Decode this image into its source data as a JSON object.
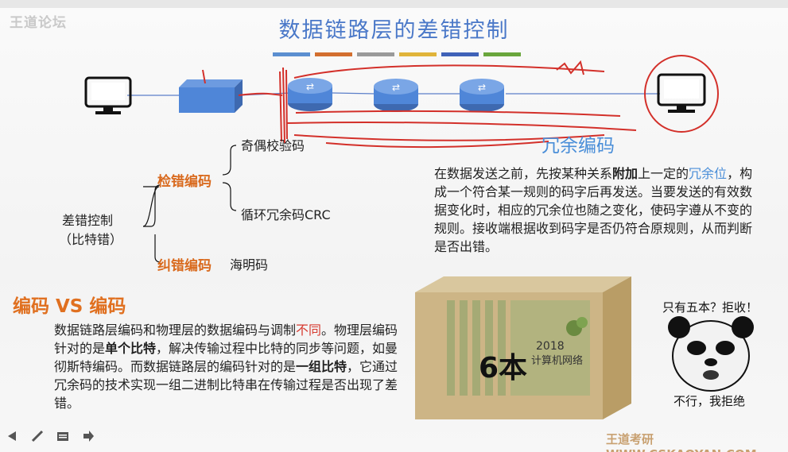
{
  "watermark": "王道论坛",
  "title": "数据链路层的差错控制",
  "color_bars": [
    "#5b8fd0",
    "#d36f2f",
    "#9a9a9a",
    "#e0b43a",
    "#3f62b8",
    "#6aa63c"
  ],
  "tree": {
    "root_line1": "差错控制",
    "root_line2": "（比特错）",
    "detect_label": "检错编码",
    "parity": "奇偶校验码",
    "crc": "循环冗余码CRC",
    "correct_label": "纠错编码",
    "hamming": "海明码"
  },
  "redundancy": {
    "heading": "冗余编码",
    "p1": "在数据发送之前，先按某种关系",
    "p1_bold": "附加",
    "p1b": "上一定的",
    "p1_blue": "冗余位",
    "p1c": "，构成一个符合某一规则的码字后再发送。当要发送的有效数据变化时，相应的冗余位也随之变化，使码字遵从不变的规则。接收端根据收到码字是否仍符合原规则，从而判断是否出错。"
  },
  "vs": {
    "heading": "编码 VS 编码",
    "t1": "数据链路层编码和物理层的数据编码与调制",
    "t1_red": "不同",
    "t2": "。物理层编码针对的是",
    "t2_bold": "单个比特",
    "t3": "，解决传输过程中比特的同步等问题，如曼彻斯特编码。而数据链路层的编码针对的是",
    "t3_bold": "一组比特",
    "t4": "，它通过冗余码的技术实现一组二进制比特串在传输过程是否出现了差错。"
  },
  "box": {
    "label": "6本",
    "book_year": "2018",
    "book_title": "计算机网络"
  },
  "panda": {
    "question": "只有五本？拒收！",
    "reply": "不行，我拒绝"
  },
  "footer": "王道考研 WWW.CSKAOYAN.COM"
}
